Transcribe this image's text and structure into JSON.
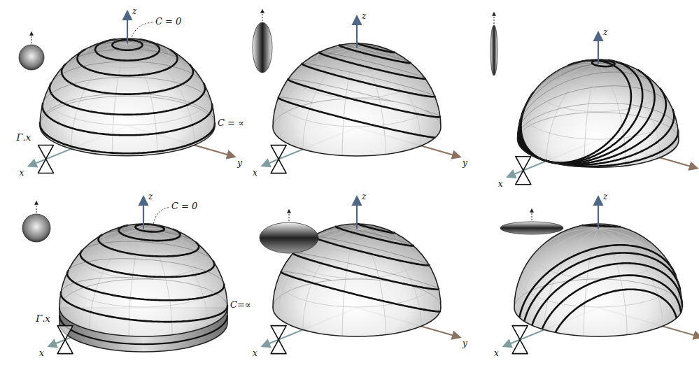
{
  "diagram": {
    "labels": [
      "z",
      "C = 0",
      "C = ∝",
      "Γ.x",
      "x",
      "y",
      "z",
      "x",
      "y",
      "z",
      "x",
      "z",
      "C = 0",
      "C=∝",
      "Γ.x",
      "x",
      "z",
      "x",
      "y",
      "z",
      "x"
    ]
  }
}
